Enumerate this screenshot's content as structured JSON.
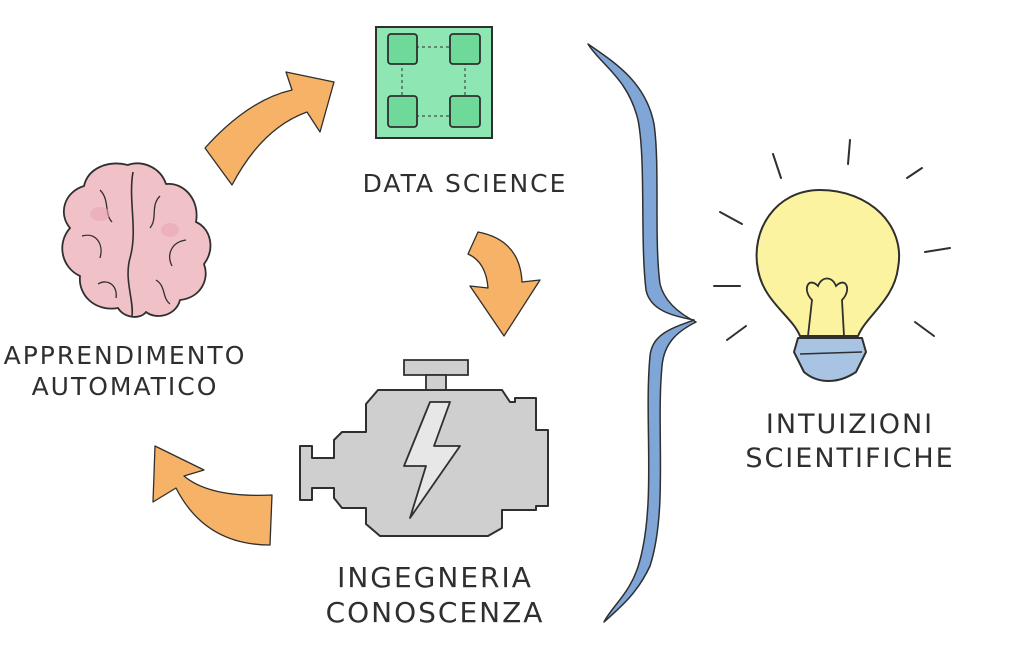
{
  "nodes": {
    "machine_learning": {
      "line1": "APPRENDIMENTO",
      "line2": "AUTOMATICO",
      "icon": "brain-icon"
    },
    "data_science": {
      "line1": "DATA SCIENCE",
      "icon": "grid-icon"
    },
    "knowledge_engineering": {
      "line1": "INGEGNERIA",
      "line2": "CONOSCENZA",
      "icon": "engine-icon"
    },
    "insights": {
      "line1": "INTUIZIONI",
      "line2": "SCIENTIFICHE",
      "icon": "lightbulb-icon"
    }
  },
  "colors": {
    "arrow": "#f6b267",
    "brace": "#7fa6d6",
    "brain": "#f1c1c8",
    "grid": "#8ee6b2",
    "engine": "#cfcfcf",
    "bulb": "#fbf3a0",
    "bulb_base": "#a9c3e3",
    "ink": "#2f2f2f"
  }
}
